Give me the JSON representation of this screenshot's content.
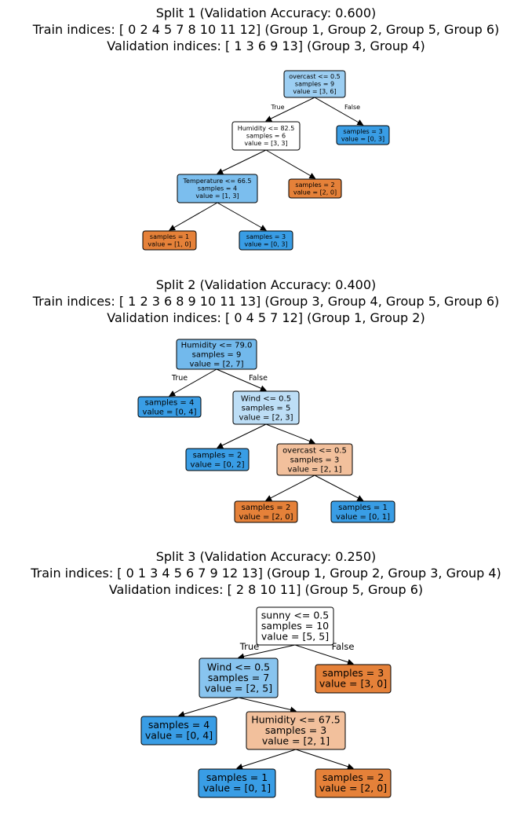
{
  "colors": {
    "class0": "#e58139",
    "class1": "#399de5",
    "node_border": "#000000",
    "background": "#ffffff"
  },
  "splits": [
    {
      "title_lines": [
        "Split 1 (Validation Accuracy: 0.600)",
        "Train indices: [ 0  2  4  5  7  8 10 11 12] (Group 1, Group 2, Group 5, Group 6)",
        "Validation indices: [ 1  3  6  9 13] (Group 3, Group 4)"
      ],
      "edge_labels": {
        "true": "True",
        "false": "False"
      },
      "nodes": [
        {
          "id": "n0",
          "lines": [
            "overcast <= 0.5",
            "samples = 9",
            "value = [3, 6]"
          ],
          "value": [
            3,
            6
          ],
          "parent": null
        },
        {
          "id": "n1",
          "lines": [
            "Humidity <= 82.5",
            "samples = 6",
            "value = [3, 3]"
          ],
          "value": [
            3,
            3
          ],
          "parent": "n0",
          "branch": "true"
        },
        {
          "id": "n2",
          "lines": [
            "samples = 3",
            "value = [0, 3]"
          ],
          "value": [
            0,
            3
          ],
          "parent": "n0",
          "branch": "false"
        },
        {
          "id": "n3",
          "lines": [
            "Temperature <= 66.5",
            "samples = 4",
            "value = [1, 3]"
          ],
          "value": [
            1,
            3
          ],
          "parent": "n1"
        },
        {
          "id": "n4",
          "lines": [
            "samples = 2",
            "value = [2, 0]"
          ],
          "value": [
            2,
            0
          ],
          "parent": "n1"
        },
        {
          "id": "n5",
          "lines": [
            "samples = 1",
            "value = [1, 0]"
          ],
          "value": [
            1,
            0
          ],
          "parent": "n3"
        },
        {
          "id": "n6",
          "lines": [
            "samples = 3",
            "value = [0, 3]"
          ],
          "value": [
            0,
            3
          ],
          "parent": "n3"
        }
      ]
    },
    {
      "title_lines": [
        "Split 2 (Validation Accuracy: 0.400)",
        "Train indices: [ 1  2  3  6  8  9 10 11 13] (Group 3, Group 4, Group 5, Group 6)",
        "Validation indices: [ 0  4  5  7 12] (Group 1, Group 2)"
      ],
      "edge_labels": {
        "true": "True",
        "false": "False"
      },
      "nodes": [
        {
          "id": "n0",
          "lines": [
            "Humidity <= 79.0",
            "samples = 9",
            "value = [2, 7]"
          ],
          "value": [
            2,
            7
          ],
          "parent": null
        },
        {
          "id": "n1",
          "lines": [
            "samples = 4",
            "value = [0, 4]"
          ],
          "value": [
            0,
            4
          ],
          "parent": "n0",
          "branch": "true"
        },
        {
          "id": "n2",
          "lines": [
            "Wind <= 0.5",
            "samples = 5",
            "value = [2, 3]"
          ],
          "value": [
            2,
            3
          ],
          "parent": "n0",
          "branch": "false"
        },
        {
          "id": "n3",
          "lines": [
            "samples = 2",
            "value = [0, 2]"
          ],
          "value": [
            0,
            2
          ],
          "parent": "n2"
        },
        {
          "id": "n4",
          "lines": [
            "overcast <= 0.5",
            "samples = 3",
            "value = [2, 1]"
          ],
          "value": [
            2,
            1
          ],
          "parent": "n2"
        },
        {
          "id": "n5",
          "lines": [
            "samples = 2",
            "value = [2, 0]"
          ],
          "value": [
            2,
            0
          ],
          "parent": "n4"
        },
        {
          "id": "n6",
          "lines": [
            "samples = 1",
            "value = [0, 1]"
          ],
          "value": [
            0,
            1
          ],
          "parent": "n4"
        }
      ]
    },
    {
      "title_lines": [
        "Split 3 (Validation Accuracy: 0.250)",
        "Train indices: [ 0  1  3  4  5  6  7  9 12 13] (Group 1, Group 2, Group 3, Group 4)",
        "Validation indices: [ 2  8 10 11] (Group 5, Group 6)"
      ],
      "edge_labels": {
        "true": "True",
        "false": "False"
      },
      "nodes": [
        {
          "id": "n0",
          "lines": [
            "sunny <= 0.5",
            "samples = 10",
            "value = [5, 5]"
          ],
          "value": [
            5,
            5
          ],
          "parent": null
        },
        {
          "id": "n1",
          "lines": [
            "Wind <= 0.5",
            "samples = 7",
            "value = [2, 5]"
          ],
          "value": [
            2,
            5
          ],
          "parent": "n0",
          "branch": "true"
        },
        {
          "id": "n2",
          "lines": [
            "samples = 3",
            "value = [3, 0]"
          ],
          "value": [
            3,
            0
          ],
          "parent": "n0",
          "branch": "false"
        },
        {
          "id": "n3",
          "lines": [
            "samples = 4",
            "value = [0, 4]"
          ],
          "value": [
            0,
            4
          ],
          "parent": "n1"
        },
        {
          "id": "n4",
          "lines": [
            "Humidity <= 67.5",
            "samples = 3",
            "value = [2, 1]"
          ],
          "value": [
            2,
            1
          ],
          "parent": "n1"
        },
        {
          "id": "n5",
          "lines": [
            "samples = 1",
            "value = [0, 1]"
          ],
          "value": [
            0,
            1
          ],
          "parent": "n4"
        },
        {
          "id": "n6",
          "lines": [
            "samples = 2",
            "value = [2, 0]"
          ],
          "value": [
            2,
            0
          ],
          "parent": "n4"
        }
      ]
    }
  ]
}
